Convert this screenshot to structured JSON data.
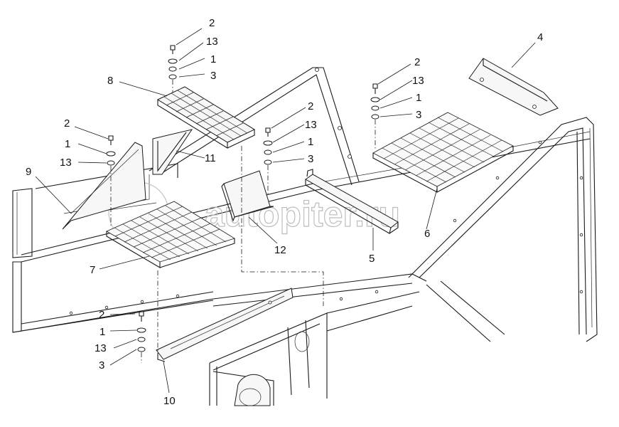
{
  "watermark": {
    "text": "autopiter.ru"
  },
  "callouts": [
    {
      "id": "c-2a",
      "label": "2"
    },
    {
      "id": "c-13a",
      "label": "13"
    },
    {
      "id": "c-1a",
      "label": "1"
    },
    {
      "id": "c-3a",
      "label": "3"
    },
    {
      "id": "c-8",
      "label": "8"
    },
    {
      "id": "c-4",
      "label": "4"
    },
    {
      "id": "c-2b",
      "label": "2"
    },
    {
      "id": "c-13b",
      "label": "13"
    },
    {
      "id": "c-1b",
      "label": "1"
    },
    {
      "id": "c-3b",
      "label": "3"
    },
    {
      "id": "c-2c",
      "label": "2"
    },
    {
      "id": "c-13c",
      "label": "13"
    },
    {
      "id": "c-1c",
      "label": "1"
    },
    {
      "id": "c-3c",
      "label": "3"
    },
    {
      "id": "c-2d",
      "label": "2"
    },
    {
      "id": "c-1d",
      "label": "1"
    },
    {
      "id": "c-13d",
      "label": "13"
    },
    {
      "id": "c-9",
      "label": "9"
    },
    {
      "id": "c-11",
      "label": "11"
    },
    {
      "id": "c-7",
      "label": "7"
    },
    {
      "id": "c-12",
      "label": "12"
    },
    {
      "id": "c-5",
      "label": "5"
    },
    {
      "id": "c-6",
      "label": "6"
    },
    {
      "id": "c-2e",
      "label": "2"
    },
    {
      "id": "c-1e",
      "label": "1"
    },
    {
      "id": "c-13e",
      "label": "13"
    },
    {
      "id": "c-3e",
      "label": "3"
    },
    {
      "id": "c-10",
      "label": "10"
    }
  ]
}
